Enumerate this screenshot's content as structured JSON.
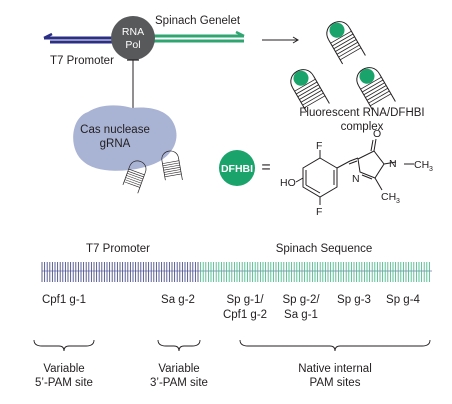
{
  "top": {
    "polymerase": [
      "RNA",
      "Pol"
    ],
    "genelet_label": "Spinach Genelet",
    "promoter_label": "T7 Promoter",
    "complex_label": [
      "Fluorescent RNA/DFHBI",
      "complex"
    ],
    "nuclease_label": [
      "Cas nuclease",
      "gRNA"
    ],
    "dfhbi_badge": "DFHBI",
    "equals": "=",
    "molecule": {
      "f_top": "F",
      "f_bottom": "F",
      "ho": "HO",
      "o": "O",
      "n1": "N",
      "ch3_n": "CH",
      "n2": "N",
      "ch3_c": "CH",
      "sub3": "3"
    }
  },
  "bottom": {
    "t7_label": "T7 Promoter",
    "spinach_label": "Spinach Sequence",
    "sites": [
      [
        "Cpf1 g-1"
      ],
      [
        "Sa g-2"
      ],
      [
        "Sp g-1/",
        "Cpf1 g-2"
      ],
      [
        "Sp g-2/",
        "Sa g-1"
      ],
      [
        "Sp g-3"
      ],
      [
        "Sp g-4"
      ]
    ],
    "groups": [
      [
        "Variable",
        "5’-PAM site"
      ],
      [
        "Variable",
        "3’-PAM site"
      ],
      [
        "Native internal",
        "PAM sites"
      ]
    ]
  },
  "colors": {
    "dna_dark": "#2b2f86",
    "dna_green": "#2fa672",
    "pol": "#58595b",
    "cas": "#a9b3d4",
    "dot": "#1aa36b"
  }
}
